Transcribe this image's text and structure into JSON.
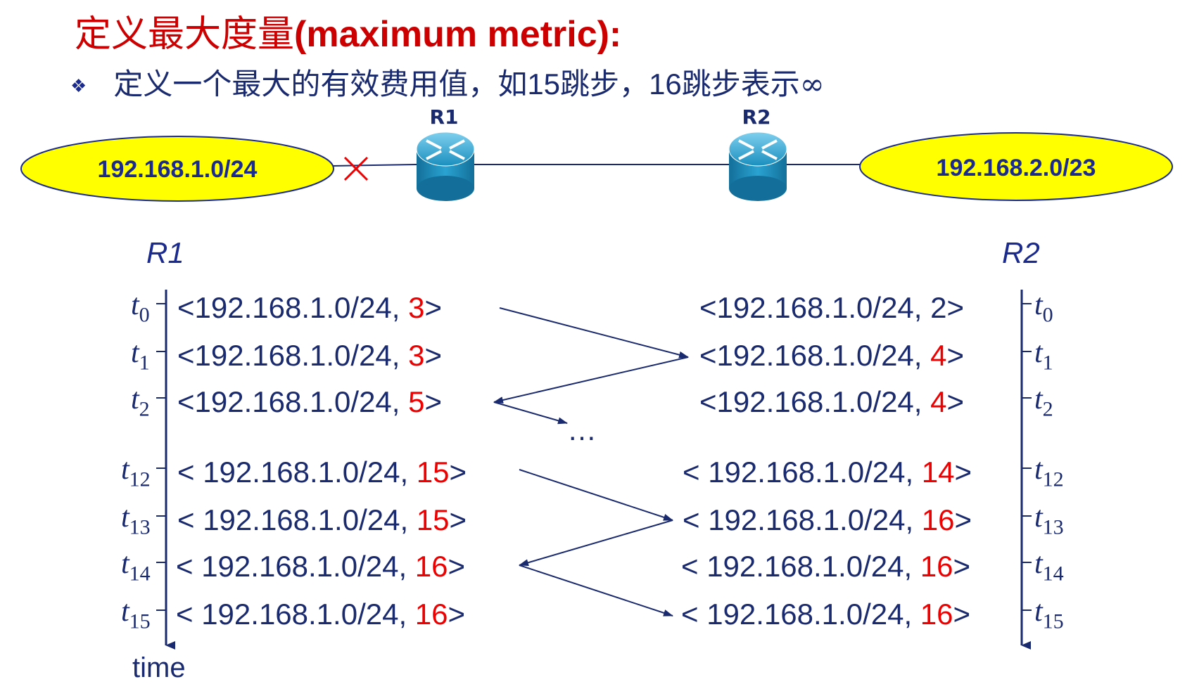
{
  "title": {
    "zh": "定义最大度量",
    "en": "(maximum metric):"
  },
  "bullet": {
    "symbol": "❖",
    "text_a": "定义一个最大的有效费用值，如",
    "n1": "15",
    "text_b": "跳步，",
    "n2": "16",
    "text_c": "跳步表示",
    "inf": "∞"
  },
  "network": {
    "left_net": "192.168.1.0/24",
    "right_net": "192.168.2.0/23",
    "router1": "R1",
    "router2": "R2",
    "break_mark": "×"
  },
  "colors": {
    "title": "#cc0000",
    "text": "#1a2a6e",
    "metric_change": "#ee0000",
    "network_fill": "#ffff00",
    "router": "#1a8fbd"
  },
  "table": {
    "left_head": "R1",
    "right_head": "R2",
    "time_label": "time",
    "ellipsis": "…",
    "times": [
      {
        "t": "t",
        "sub": "0"
      },
      {
        "t": "t",
        "sub": "1"
      },
      {
        "t": "t",
        "sub": "2"
      },
      {
        "t": "t",
        "sub": "12"
      },
      {
        "t": "t",
        "sub": "13"
      },
      {
        "t": "t",
        "sub": "14"
      },
      {
        "t": "t",
        "sub": "15"
      }
    ],
    "r1": [
      {
        "prefix": "<192.168.1.0/24, ",
        "metric": "3",
        "suffix": ">"
      },
      {
        "prefix": "<192.168.1.0/24, ",
        "metric": "3",
        "suffix": ">"
      },
      {
        "prefix": "<192.168.1.0/24, ",
        "metric": "5",
        "suffix": ">"
      },
      {
        "prefix": "< 192.168.1.0/24, ",
        "metric": "15",
        "suffix": ">"
      },
      {
        "prefix": "< 192.168.1.0/24, ",
        "metric": "15",
        "suffix": ">"
      },
      {
        "prefix": "< 192.168.1.0/24, ",
        "metric": "16",
        "suffix": ">"
      },
      {
        "prefix": "< 192.168.1.0/24, ",
        "metric": "16",
        "suffix": ">"
      }
    ],
    "r2": [
      {
        "prefix": "<192.168.1.0/24, ",
        "metric": "2",
        "suffix": ">"
      },
      {
        "prefix": "<192.168.1.0/24, ",
        "metric": "4",
        "suffix": ">"
      },
      {
        "prefix": "<192.168.1.0/24, ",
        "metric": "4",
        "suffix": ">"
      },
      {
        "prefix": "< 192.168.1.0/24, ",
        "metric": "14",
        "suffix": ">"
      },
      {
        "prefix": "< 192.168.1.0/24, ",
        "metric": "16",
        "suffix": ">"
      },
      {
        "prefix": "< 192.168.1.0/24, ",
        "metric": "16",
        "suffix": ">"
      },
      {
        "prefix": "< 192.168.1.0/24, ",
        "metric": "16",
        "suffix": ">"
      }
    ]
  }
}
